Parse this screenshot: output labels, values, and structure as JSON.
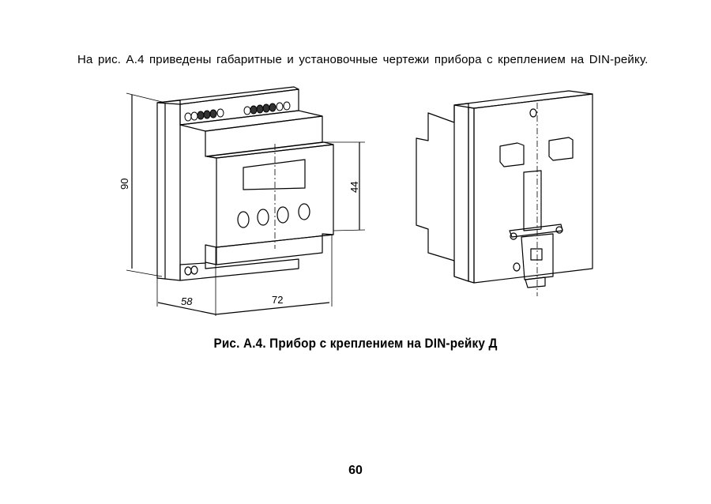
{
  "paragraph": "На рис. А.4 приведены габаритные и установочные чертежи прибора с креплением на DIN-рейку.",
  "figure": {
    "dimensions": {
      "height": "90",
      "panel_height": "44",
      "depth": "58",
      "width": "72"
    },
    "caption": "Рис. А.4.  Прибор с креплением на DIN-рейку Д"
  },
  "page_number": "60"
}
